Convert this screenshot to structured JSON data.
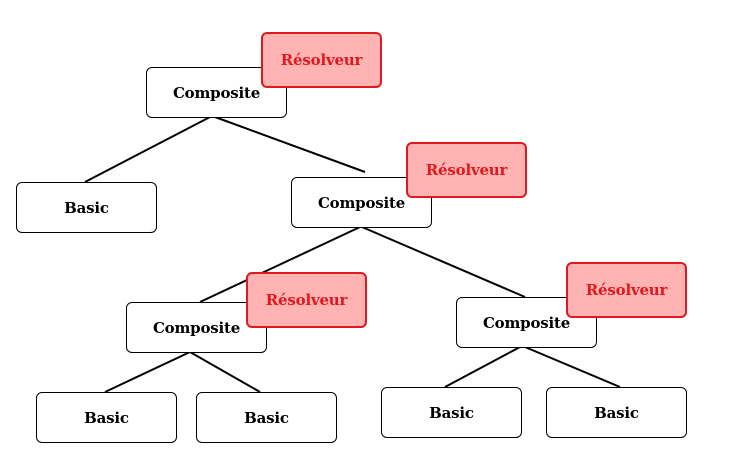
{
  "colors": {
    "line": "#000000",
    "box_border": "#000000",
    "box_fill": "#ffffff",
    "resolver_border": "#e0191e",
    "resolver_fill": "#ffb3b3",
    "resolver_text": "#e0191e"
  },
  "tree": {
    "root": {
      "label": "Composite",
      "resolver": "Résolveur"
    },
    "root_basic": {
      "label": "Basic"
    },
    "mid_composite": {
      "label": "Composite",
      "resolver": "Résolveur"
    },
    "left_composite": {
      "label": "Composite",
      "resolver": "Résolveur"
    },
    "right_composite": {
      "label": "Composite",
      "resolver": "Résolveur"
    },
    "left_basic_1": {
      "label": "Basic"
    },
    "left_basic_2": {
      "label": "Basic"
    },
    "right_basic_1": {
      "label": "Basic"
    },
    "right_basic_2": {
      "label": "Basic"
    }
  }
}
